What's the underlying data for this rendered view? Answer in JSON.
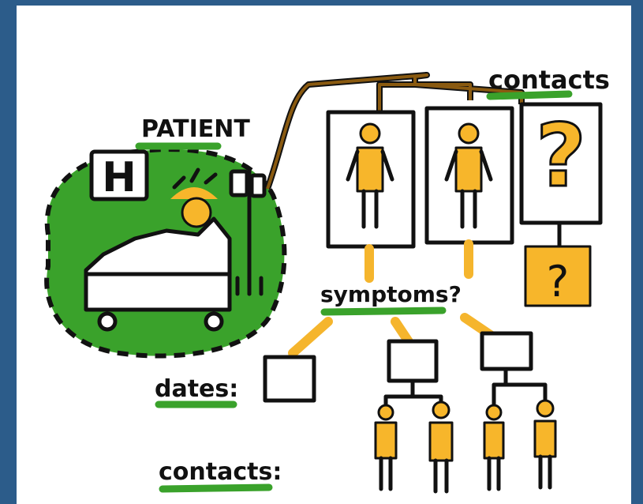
{
  "labels": {
    "patient": "PATIENT",
    "contacts_top": "contacts",
    "symptoms": "symptoms?",
    "dates": "dates:",
    "contacts_bottom": "contacts:",
    "question_mark": "?",
    "hospital_letter": "H"
  },
  "colors": {
    "frame": "#2c5c8a",
    "green": "#3aa22b",
    "yellow": "#f7b62b",
    "brown": "#8a5a10"
  }
}
